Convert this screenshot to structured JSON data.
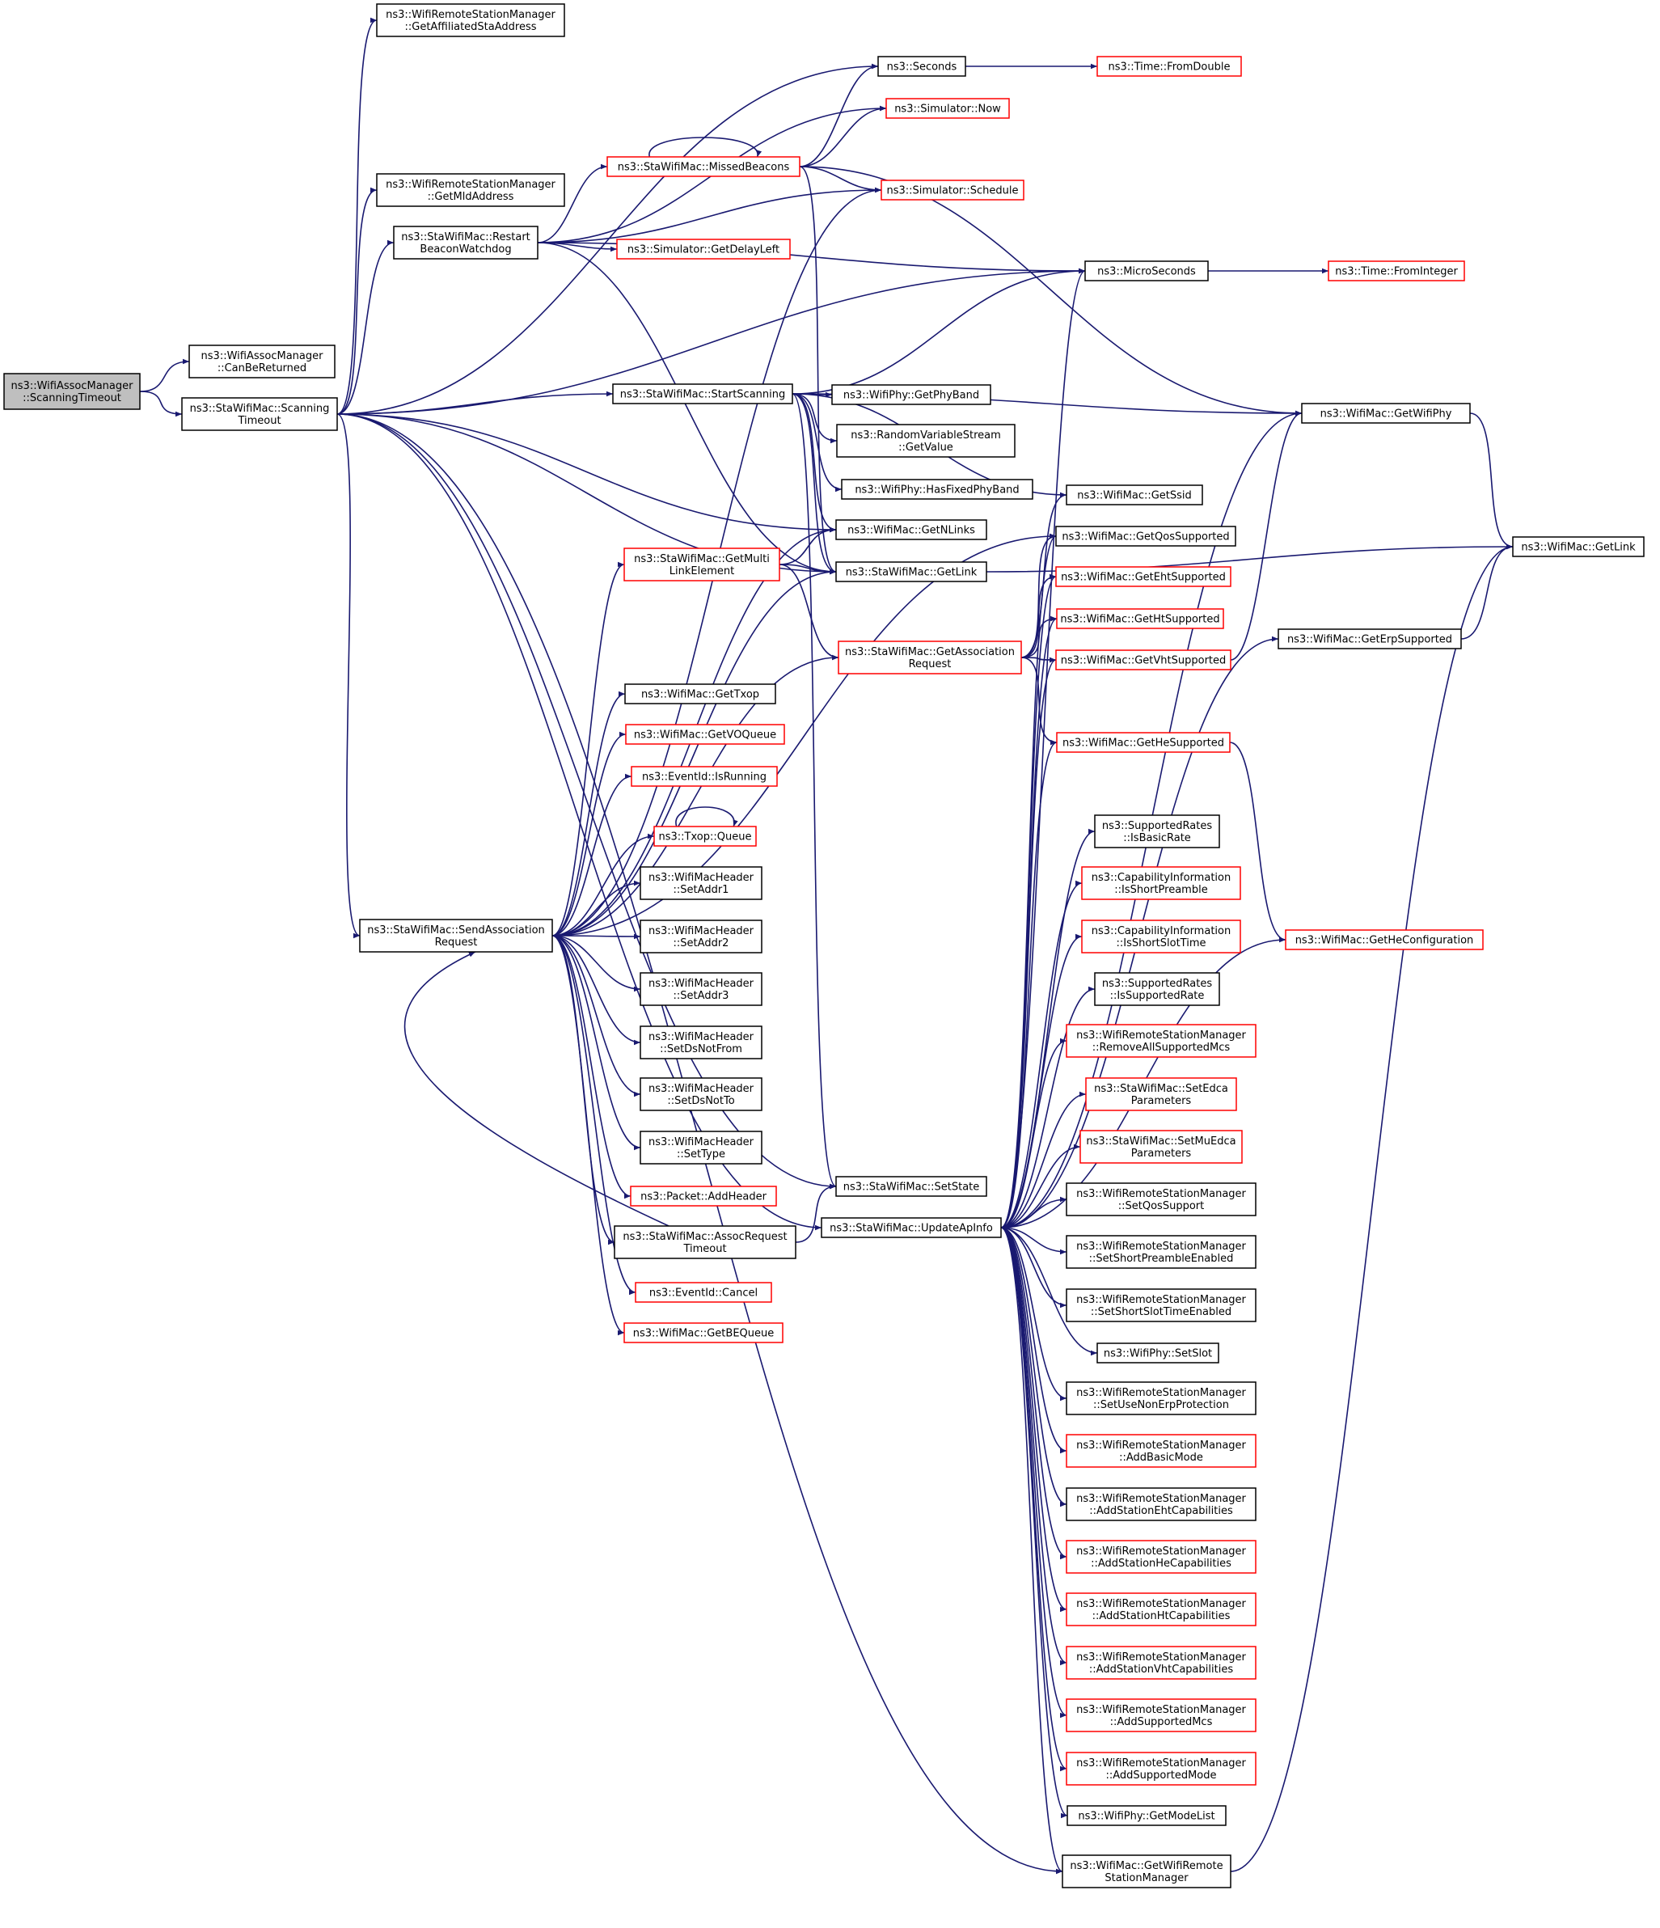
{
  "diagram": {
    "type": "call-graph",
    "colors": {
      "edge": "#191970",
      "node_border": "#000000",
      "node_border_external": "#ff0000",
      "root_fill": "#bfbfbf",
      "node_fill": "#ffffff"
    },
    "nodes": [
      {
        "id": "root",
        "lines": [
          "ns3::WifiAssocManager",
          "::ScanningTimeout"
        ],
        "style": "root"
      },
      {
        "id": "canBeReturned",
        "lines": [
          "ns3::WifiAssocManager",
          "::CanBeReturned"
        ],
        "style": "normal"
      },
      {
        "id": "scanningTimeout",
        "lines": [
          "ns3::StaWifiMac::Scanning",
          "Timeout"
        ],
        "style": "normal"
      },
      {
        "id": "getAffiliated",
        "lines": [
          "ns3::WifiRemoteStationManager",
          "::GetAffiliatedStaAddress"
        ],
        "style": "normal"
      },
      {
        "id": "getMld",
        "lines": [
          "ns3::WifiRemoteStationManager",
          "::GetMldAddress"
        ],
        "style": "normal"
      },
      {
        "id": "restartBeacon",
        "lines": [
          "ns3::StaWifiMac::Restart",
          "BeaconWatchdog"
        ],
        "style": "normal"
      },
      {
        "id": "sendAssoc",
        "lines": [
          "ns3::StaWifiMac::SendAssociation",
          "Request"
        ],
        "style": "normal"
      },
      {
        "id": "seconds",
        "lines": [
          "ns3::Seconds"
        ],
        "style": "normal"
      },
      {
        "id": "fromDouble",
        "lines": [
          "ns3::Time::FromDouble"
        ],
        "style": "red"
      },
      {
        "id": "now",
        "lines": [
          "ns3::Simulator::Now"
        ],
        "style": "red"
      },
      {
        "id": "missedBeacons",
        "lines": [
          "ns3::StaWifiMac::MissedBeacons"
        ],
        "style": "red"
      },
      {
        "id": "schedule",
        "lines": [
          "ns3::Simulator::Schedule"
        ],
        "style": "red"
      },
      {
        "id": "getDelayLeft",
        "lines": [
          "ns3::Simulator::GetDelayLeft"
        ],
        "style": "red"
      },
      {
        "id": "microSeconds",
        "lines": [
          "ns3::MicroSeconds"
        ],
        "style": "normal"
      },
      {
        "id": "fromInteger",
        "lines": [
          "ns3::Time::FromInteger"
        ],
        "style": "red"
      },
      {
        "id": "startScanning",
        "lines": [
          "ns3::StaWifiMac::StartScanning"
        ],
        "style": "normal"
      },
      {
        "id": "getPhyBand",
        "lines": [
          "ns3::WifiPhy::GetPhyBand"
        ],
        "style": "normal"
      },
      {
        "id": "rvsGetValue",
        "lines": [
          "ns3::RandomVariableStream",
          "::GetValue"
        ],
        "style": "normal"
      },
      {
        "id": "hasFixedPhyBand",
        "lines": [
          "ns3::WifiPhy::HasFixedPhyBand"
        ],
        "style": "normal"
      },
      {
        "id": "getWifiPhy",
        "lines": [
          "ns3::WifiMac::GetWifiPhy"
        ],
        "style": "normal"
      },
      {
        "id": "getSsid",
        "lines": [
          "ns3::WifiMac::GetSsid"
        ],
        "style": "normal"
      },
      {
        "id": "getNLinks",
        "lines": [
          "ns3::WifiMac::GetNLinks"
        ],
        "style": "normal"
      },
      {
        "id": "getMultiLink",
        "lines": [
          "ns3::StaWifiMac::GetMulti",
          "LinkElement"
        ],
        "style": "red"
      },
      {
        "id": "staGetLink",
        "lines": [
          "ns3::StaWifiMac::GetLink"
        ],
        "style": "normal"
      },
      {
        "id": "getQos",
        "lines": [
          "ns3::WifiMac::GetQosSupported"
        ],
        "style": "normal"
      },
      {
        "id": "getEht",
        "lines": [
          "ns3::WifiMac::GetEhtSupported"
        ],
        "style": "red"
      },
      {
        "id": "getHt",
        "lines": [
          "ns3::WifiMac::GetHtSupported"
        ],
        "style": "red"
      },
      {
        "id": "getAssocReq",
        "lines": [
          "ns3::StaWifiMac::GetAssociation",
          "Request"
        ],
        "style": "red"
      },
      {
        "id": "getVht",
        "lines": [
          "ns3::WifiMac::GetVhtSupported"
        ],
        "style": "red"
      },
      {
        "id": "wmGetLink",
        "lines": [
          "ns3::WifiMac::GetLink"
        ],
        "style": "normal"
      },
      {
        "id": "getErp",
        "lines": [
          "ns3::WifiMac::GetErpSupported"
        ],
        "style": "normal"
      },
      {
        "id": "getTxop",
        "lines": [
          "ns3::WifiMac::GetTxop"
        ],
        "style": "normal"
      },
      {
        "id": "getVO",
        "lines": [
          "ns3::WifiMac::GetVOQueue"
        ],
        "style": "red"
      },
      {
        "id": "getHe",
        "lines": [
          "ns3::WifiMac::GetHeSupported"
        ],
        "style": "red"
      },
      {
        "id": "isRunning",
        "lines": [
          "ns3::EventId::IsRunning"
        ],
        "style": "red"
      },
      {
        "id": "txopQueue",
        "lines": [
          "ns3::Txop::Queue"
        ],
        "style": "red"
      },
      {
        "id": "isBasicRate",
        "lines": [
          "ns3::SupportedRates",
          "::IsBasicRate"
        ],
        "style": "normal"
      },
      {
        "id": "isShortPreamble",
        "lines": [
          "ns3::CapabilityInformation",
          "::IsShortPreamble"
        ],
        "style": "red"
      },
      {
        "id": "setAddr1",
        "lines": [
          "ns3::WifiMacHeader",
          "::SetAddr1"
        ],
        "style": "normal"
      },
      {
        "id": "setAddr2",
        "lines": [
          "ns3::WifiMacHeader",
          "::SetAddr2"
        ],
        "style": "normal"
      },
      {
        "id": "isShortSlot",
        "lines": [
          "ns3::CapabilityInformation",
          "::IsShortSlotTime"
        ],
        "style": "red"
      },
      {
        "id": "getHeConfig",
        "lines": [
          "ns3::WifiMac::GetHeConfiguration"
        ],
        "style": "red"
      },
      {
        "id": "isSupportedRate",
        "lines": [
          "ns3::SupportedRates",
          "::IsSupportedRate"
        ],
        "style": "normal"
      },
      {
        "id": "setAddr3",
        "lines": [
          "ns3::WifiMacHeader",
          "::SetAddr3"
        ],
        "style": "normal"
      },
      {
        "id": "removeAllMcs",
        "lines": [
          "ns3::WifiRemoteStationManager",
          "::RemoveAllSupportedMcs"
        ],
        "style": "red"
      },
      {
        "id": "setDsNotFrom",
        "lines": [
          "ns3::WifiMacHeader",
          "::SetDsNotFrom"
        ],
        "style": "normal"
      },
      {
        "id": "setEdca",
        "lines": [
          "ns3::StaWifiMac::SetEdca",
          "Parameters"
        ],
        "style": "red"
      },
      {
        "id": "setDsNotTo",
        "lines": [
          "ns3::WifiMacHeader",
          "::SetDsNotTo"
        ],
        "style": "normal"
      },
      {
        "id": "setMuEdca",
        "lines": [
          "ns3::StaWifiMac::SetMuEdca",
          "Parameters"
        ],
        "style": "red"
      },
      {
        "id": "setType",
        "lines": [
          "ns3::WifiMacHeader",
          "::SetType"
        ],
        "style": "normal"
      },
      {
        "id": "setState",
        "lines": [
          "ns3::StaWifiMac::SetState"
        ],
        "style": "normal"
      },
      {
        "id": "addHeader",
        "lines": [
          "ns3::Packet::AddHeader"
        ],
        "style": "red"
      },
      {
        "id": "setQosSupport",
        "lines": [
          "ns3::WifiRemoteStationManager",
          "::SetQosSupport"
        ],
        "style": "normal"
      },
      {
        "id": "updateApInfo",
        "lines": [
          "ns3::StaWifiMac::UpdateApInfo"
        ],
        "style": "normal"
      },
      {
        "id": "assocReqTimeout",
        "lines": [
          "ns3::StaWifiMac::AssocRequest",
          "Timeout"
        ],
        "style": "normal"
      },
      {
        "id": "setShortPreamble",
        "lines": [
          "ns3::WifiRemoteStationManager",
          "::SetShortPreambleEnabled"
        ],
        "style": "normal"
      },
      {
        "id": "cancel",
        "lines": [
          "ns3::EventId::Cancel"
        ],
        "style": "red"
      },
      {
        "id": "setShortSlot",
        "lines": [
          "ns3::WifiRemoteStationManager",
          "::SetShortSlotTimeEnabled"
        ],
        "style": "normal"
      },
      {
        "id": "getBE",
        "lines": [
          "ns3::WifiMac::GetBEQueue"
        ],
        "style": "red"
      },
      {
        "id": "setSlot",
        "lines": [
          "ns3::WifiPhy::SetSlot"
        ],
        "style": "normal"
      },
      {
        "id": "setUseNonErp",
        "lines": [
          "ns3::WifiRemoteStationManager",
          "::SetUseNonErpProtection"
        ],
        "style": "normal"
      },
      {
        "id": "addBasicMode",
        "lines": [
          "ns3::WifiRemoteStationManager",
          "::AddBasicMode"
        ],
        "style": "red"
      },
      {
        "id": "addEhtCap",
        "lines": [
          "ns3::WifiRemoteStationManager",
          "::AddStationEhtCapabilities"
        ],
        "style": "normal"
      },
      {
        "id": "addHeCap",
        "lines": [
          "ns3::WifiRemoteStationManager",
          "::AddStationHeCapabilities"
        ],
        "style": "red"
      },
      {
        "id": "addHtCap",
        "lines": [
          "ns3::WifiRemoteStationManager",
          "::AddStationHtCapabilities"
        ],
        "style": "red"
      },
      {
        "id": "addVhtCap",
        "lines": [
          "ns3::WifiRemoteStationManager",
          "::AddStationVhtCapabilities"
        ],
        "style": "red"
      },
      {
        "id": "addSupportedMcs",
        "lines": [
          "ns3::WifiRemoteStationManager",
          "::AddSupportedMcs"
        ],
        "style": "red"
      },
      {
        "id": "addSupportedMode",
        "lines": [
          "ns3::WifiRemoteStationManager",
          "::AddSupportedMode"
        ],
        "style": "red"
      },
      {
        "id": "getModeList",
        "lines": [
          "ns3::WifiPhy::GetModeList"
        ],
        "style": "normal"
      },
      {
        "id": "getWifiRemote",
        "lines": [
          "ns3::WifiMac::GetWifiRemote",
          "StationManager"
        ],
        "style": "normal"
      }
    ],
    "edges": [
      [
        "root",
        "canBeReturned"
      ],
      [
        "root",
        "scanningTimeout"
      ],
      [
        "scanningTimeout",
        "getAffiliated"
      ],
      [
        "scanningTimeout",
        "getMld"
      ],
      [
        "scanningTimeout",
        "restartBeacon"
      ],
      [
        "scanningTimeout",
        "seconds"
      ],
      [
        "scanningTimeout",
        "microSeconds"
      ],
      [
        "scanningTimeout",
        "startScanning"
      ],
      [
        "scanningTimeout",
        "getNLinks"
      ],
      [
        "scanningTimeout",
        "sendAssoc"
      ],
      [
        "scanningTimeout",
        "staGetLink"
      ],
      [
        "scanningTimeout",
        "setState"
      ],
      [
        "scanningTimeout",
        "updateApInfo"
      ],
      [
        "scanningTimeout",
        "getWifiRemote"
      ],
      [
        "restartBeacon",
        "now"
      ],
      [
        "restartBeacon",
        "missedBeacons"
      ],
      [
        "restartBeacon",
        "schedule"
      ],
      [
        "restartBeacon",
        "getDelayLeft"
      ],
      [
        "restartBeacon",
        "microSeconds"
      ],
      [
        "restartBeacon",
        "staGetLink"
      ],
      [
        "seconds",
        "fromDouble"
      ],
      [
        "microSeconds",
        "fromInteger"
      ],
      [
        "missedBeacons",
        "missedBeacons"
      ],
      [
        "missedBeacons",
        "seconds"
      ],
      [
        "missedBeacons",
        "now"
      ],
      [
        "missedBeacons",
        "schedule"
      ],
      [
        "missedBeacons",
        "getWifiPhy"
      ],
      [
        "missedBeacons",
        "staGetLink"
      ],
      [
        "startScanning",
        "getPhyBand"
      ],
      [
        "startScanning",
        "rvsGetValue"
      ],
      [
        "startScanning",
        "hasFixedPhyBand"
      ],
      [
        "startScanning",
        "getWifiPhy"
      ],
      [
        "startScanning",
        "getSsid"
      ],
      [
        "startScanning",
        "getNLinks"
      ],
      [
        "startScanning",
        "staGetLink"
      ],
      [
        "startScanning",
        "microSeconds"
      ],
      [
        "startScanning",
        "setState"
      ],
      [
        "sendAssoc",
        "schedule"
      ],
      [
        "sendAssoc",
        "getNLinks"
      ],
      [
        "sendAssoc",
        "getMultiLink"
      ],
      [
        "sendAssoc",
        "staGetLink"
      ],
      [
        "sendAssoc",
        "getAssocReq"
      ],
      [
        "sendAssoc",
        "getTxop"
      ],
      [
        "sendAssoc",
        "getVO"
      ],
      [
        "sendAssoc",
        "isRunning"
      ],
      [
        "sendAssoc",
        "txopQueue"
      ],
      [
        "sendAssoc",
        "setAddr1"
      ],
      [
        "sendAssoc",
        "setAddr2"
      ],
      [
        "sendAssoc",
        "setAddr3"
      ],
      [
        "sendAssoc",
        "setDsNotFrom"
      ],
      [
        "sendAssoc",
        "setDsNotTo"
      ],
      [
        "sendAssoc",
        "setType"
      ],
      [
        "sendAssoc",
        "addHeader"
      ],
      [
        "sendAssoc",
        "assocReqTimeout"
      ],
      [
        "sendAssoc",
        "cancel"
      ],
      [
        "sendAssoc",
        "getBE"
      ],
      [
        "sendAssoc",
        "getQos"
      ],
      [
        "txopQueue",
        "txopQueue"
      ],
      [
        "assocReqTimeout",
        "setState"
      ],
      [
        "assocReqTimeout",
        "sendAssoc"
      ],
      [
        "getMultiLink",
        "getNLinks"
      ],
      [
        "getMultiLink",
        "staGetLink"
      ],
      [
        "getMultiLink",
        "getAssocReq"
      ],
      [
        "getAssocReq",
        "getSsid"
      ],
      [
        "getAssocReq",
        "getQos"
      ],
      [
        "getAssocReq",
        "getEht"
      ],
      [
        "getAssocReq",
        "getHt"
      ],
      [
        "getAssocReq",
        "getVht"
      ],
      [
        "getAssocReq",
        "getHe"
      ],
      [
        "staGetLink",
        "wmGetLink"
      ],
      [
        "getWifiPhy",
        "wmGetLink"
      ],
      [
        "getErp",
        "wmGetLink"
      ],
      [
        "getVht",
        "getWifiPhy"
      ],
      [
        "getHe",
        "getHeConfig"
      ],
      [
        "getWifiRemote",
        "wmGetLink"
      ],
      [
        "updateApInfo",
        "microSeconds"
      ],
      [
        "updateApInfo",
        "getQos"
      ],
      [
        "updateApInfo",
        "getEht"
      ],
      [
        "updateApInfo",
        "getHt"
      ],
      [
        "updateApInfo",
        "getVht"
      ],
      [
        "updateApInfo",
        "getHe"
      ],
      [
        "updateApInfo",
        "getErp"
      ],
      [
        "updateApInfo",
        "getWifiPhy"
      ],
      [
        "updateApInfo",
        "isBasicRate"
      ],
      [
        "updateApInfo",
        "isShortPreamble"
      ],
      [
        "updateApInfo",
        "isShortSlot"
      ],
      [
        "updateApInfo",
        "isSupportedRate"
      ],
      [
        "updateApInfo",
        "removeAllMcs"
      ],
      [
        "updateApInfo",
        "setEdca"
      ],
      [
        "updateApInfo",
        "setMuEdca"
      ],
      [
        "updateApInfo",
        "setQosSupport"
      ],
      [
        "updateApInfo",
        "setShortPreamble"
      ],
      [
        "updateApInfo",
        "setShortSlot"
      ],
      [
        "updateApInfo",
        "setSlot"
      ],
      [
        "updateApInfo",
        "setUseNonErp"
      ],
      [
        "updateApInfo",
        "addBasicMode"
      ],
      [
        "updateApInfo",
        "addEhtCap"
      ],
      [
        "updateApInfo",
        "addHeCap"
      ],
      [
        "updateApInfo",
        "addHtCap"
      ],
      [
        "updateApInfo",
        "addVhtCap"
      ],
      [
        "updateApInfo",
        "addSupportedMcs"
      ],
      [
        "updateApInfo",
        "addSupportedMode"
      ],
      [
        "updateApInfo",
        "getModeList"
      ],
      [
        "updateApInfo",
        "getWifiRemote"
      ],
      [
        "updateApInfo",
        "getHeConfig"
      ]
    ]
  }
}
